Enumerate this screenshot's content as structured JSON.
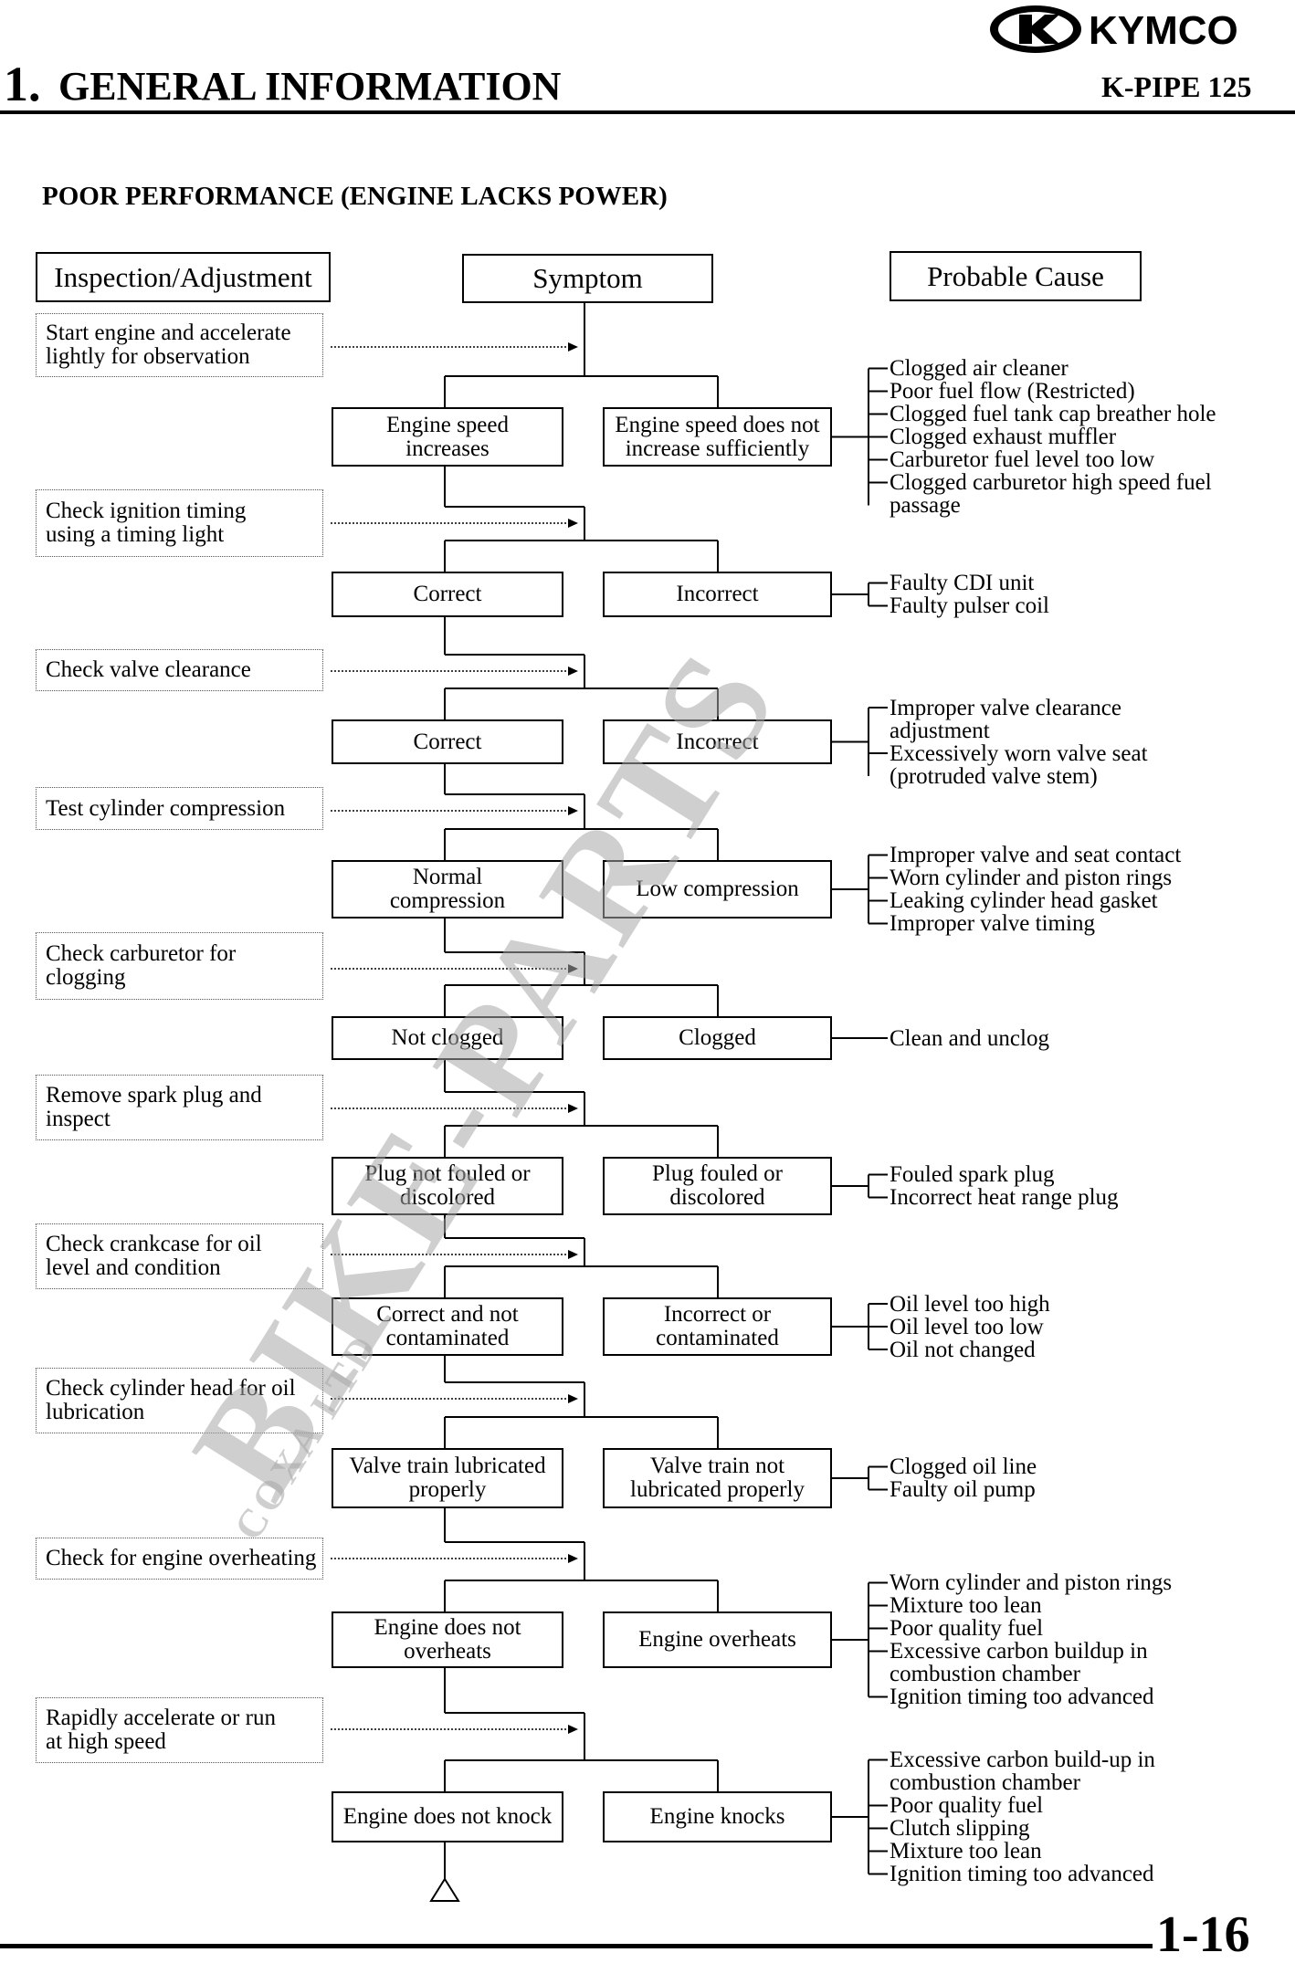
{
  "header": {
    "chapter_number": "1.",
    "chapter_title": "GENERAL INFORMATION",
    "brand": "KYMCO",
    "model": "K-PIPE 125"
  },
  "section_title": "POOR PERFORMANCE (ENGINE LACKS POWER)",
  "columns": {
    "inspection": "Inspection/Adjustment",
    "symptom": "Symptom",
    "cause": "Probable Cause"
  },
  "inspections": [
    [
      "Start engine and accelerate",
      "lightly for observation"
    ],
    [
      "Check ignition timing",
      "using a timing light"
    ],
    [
      "Check valve clearance"
    ],
    [
      "Test cylinder compression"
    ],
    [
      "Check carburetor for",
      "clogging"
    ],
    [
      "Remove spark plug and",
      "inspect"
    ],
    [
      "Check crankcase for oil",
      "level and condition"
    ],
    [
      "Check cylinder head for oil",
      "lubrication"
    ],
    [
      "Check for engine overheating"
    ],
    [
      "Rapidly accelerate or run",
      "at high speed"
    ]
  ],
  "symptoms": [
    {
      "left": [
        "Engine speed",
        "increases"
      ],
      "right": [
        "Engine speed does not",
        "increase sufficiently"
      ],
      "causes": [
        "Clogged air cleaner",
        "Poor fuel flow (Restricted)",
        "Clogged fuel tank cap breather hole",
        "Clogged exhaust muffler",
        "Carburetor fuel level too low",
        "Clogged carburetor high speed fuel",
        "passage"
      ]
    },
    {
      "left": [
        "Correct"
      ],
      "right": [
        "Incorrect"
      ],
      "causes": [
        "Faulty CDI unit",
        "Faulty pulser coil"
      ]
    },
    {
      "left": [
        "Correct"
      ],
      "right": [
        "Incorrect"
      ],
      "causes": [
        "Improper valve clearance",
        "adjustment",
        "Excessively worn valve seat",
        "(protruded valve stem)"
      ]
    },
    {
      "left": [
        "Normal",
        "compression"
      ],
      "right": [
        "Low compression"
      ],
      "causes": [
        "Improper valve and seat contact",
        "Worn cylinder and piston rings",
        "Leaking cylinder head gasket",
        "Improper valve timing"
      ]
    },
    {
      "left": [
        "Not clogged"
      ],
      "right": [
        "Clogged"
      ],
      "causes": [
        "Clean and unclog"
      ]
    },
    {
      "left": [
        "Plug not fouled or",
        "discolored"
      ],
      "right": [
        "Plug fouled or",
        "discolored"
      ],
      "causes": [
        "Fouled spark plug",
        "Incorrect heat range plug"
      ]
    },
    {
      "left": [
        "Correct and not",
        "contaminated"
      ],
      "right": [
        "Incorrect or",
        "contaminated"
      ],
      "causes": [
        "Oil level too high",
        "Oil level too low",
        "Oil not changed"
      ]
    },
    {
      "left": [
        "Valve train lubricated",
        "properly"
      ],
      "right": [
        "Valve train not",
        "lubricated properly"
      ],
      "causes": [
        "Clogged oil line",
        "Faulty oil pump"
      ]
    },
    {
      "left": [
        "Engine does not",
        "overheats"
      ],
      "right": [
        "Engine overheats"
      ],
      "causes": [
        "Worn cylinder and piston rings",
        "Mixture too lean",
        "Poor quality fuel",
        "Excessive carbon buildup in",
        "combustion chamber",
        "Ignition timing too advanced"
      ]
    },
    {
      "left": [
        "Engine does not knock"
      ],
      "right": [
        "Engine knocks"
      ],
      "causes": [
        "Excessive carbon build-up in",
        "combustion chamber",
        "Poor quality fuel",
        "Clutch slipping",
        "Mixture too lean",
        "Ignition timing too advanced"
      ]
    }
  ],
  "watermark": [
    "BIKE-PARTS",
    "COXA LTD"
  ],
  "page_number": "1-16"
}
